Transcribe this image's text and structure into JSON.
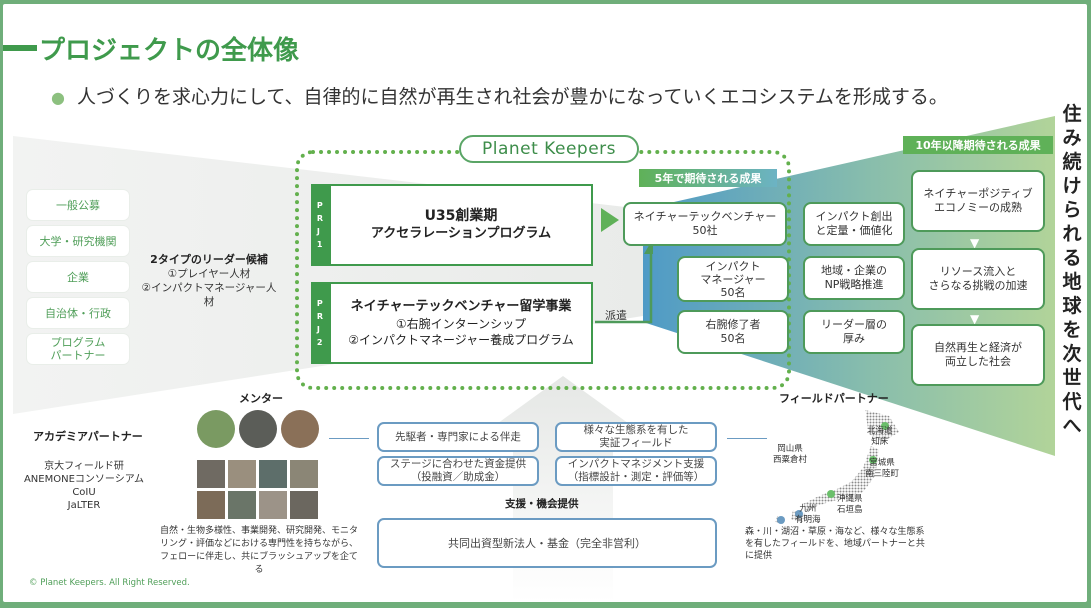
{
  "title": "プロジェクトの全体像",
  "subtitle": "人づくりを求心力にして、自律的に自然が再生され社会が豊かになっていくエコシステムを形成する。",
  "sources": [
    "一般公募",
    "大学・研究機関",
    "企業",
    "自治体・行政",
    "プログラム\nパートナー"
  ],
  "leader": {
    "heading": "2タイプのリーダー候補",
    "line1": "①プレイヤー人材",
    "line2": "②インパクトマネージャー人材"
  },
  "planet_keepers": "Planet Keepers",
  "prj1": {
    "tab": "P\nR\nJ\n1",
    "line1": "U35創業期",
    "line2": "アクセラレーションプログラム"
  },
  "prj2": {
    "tab": "P\nR\nJ\n2",
    "line1": "ネイチャーテックベンチャー留学事業",
    "line2": "①右腕インターンシップ",
    "line3": "②インパクトマネージャー養成プログラム"
  },
  "dispatch": "派遣",
  "five_year_tag": "5年で期待される成果",
  "ten_year_tag": "10年以降期待される成果",
  "results_5y": [
    {
      "line1": "ネイチャーテックベンチャー",
      "line2": "50社"
    },
    {
      "line1": "インパクト",
      "line2": "マネージャー",
      "line3": "50名"
    },
    {
      "line1": "右腕修了者",
      "line2": "50名"
    }
  ],
  "results_mid": [
    {
      "line1": "インパクト創出",
      "line2": "と定量・価値化"
    },
    {
      "line1": "地域・企業の",
      "line2": "NP戦略推進"
    },
    {
      "line1": "リーダー層の",
      "line2": "厚み"
    }
  ],
  "results_10y": [
    {
      "line1": "ネイチャーポジティブ",
      "line2": "エコノミーの成熟"
    },
    {
      "line1": "リソース流入と",
      "line2": "さらなる挑戦の加速"
    },
    {
      "line1": "自然再生と経済が",
      "line2": "両立した社会"
    }
  ],
  "vertical_text": [
    "住",
    "み",
    "続",
    "け",
    "ら",
    "れ",
    "る",
    "地",
    "球",
    "を",
    "次",
    "世",
    "代",
    "へ"
  ],
  "mentor": {
    "heading": "メンター",
    "desc": "自然・生物多様性、事業開発、研究開発、モニタリング・評価などにおける専門性を持ちながら、フェローに伴走し、共にブラッシュアップを企てる"
  },
  "academia": {
    "heading": "アカデミアパートナー",
    "items": [
      "京大フィールド研",
      "ANEMONEコンソーシアム",
      "CoIU",
      "JaLTER"
    ]
  },
  "support": {
    "boxes": [
      {
        "line1": "先駆者・専門家による伴走"
      },
      {
        "line1": "様々な生態系を有した",
        "line2": "実証フィールド"
      },
      {
        "line1": "ステージに合わせた資金提供",
        "line2": "（投融資／助成金）"
      },
      {
        "line1": "インパクトマネジメント支援",
        "line2": "（指標設計・測定・評価等）"
      }
    ],
    "label": "支援・機会提供",
    "fund": "共同出資型新法人・基金（完全非営利）"
  },
  "field": {
    "heading": "フィールドパートナー",
    "desc": "森・川・湖沼・草原・海など、様々な生態系を有したフィールドを、地域パートナーと共に提供",
    "labels": [
      {
        "l1": "北海道",
        "l2": "知床"
      },
      {
        "l1": "岡山県",
        "l2": "西粟倉村"
      },
      {
        "l1": "宮城県",
        "l2": "南三陸町"
      },
      {
        "l1": "九州",
        "l2": "有明海"
      },
      {
        "l1": "沖縄県",
        "l2": "石垣島"
      }
    ]
  },
  "copyright": "© Planet Keepers. All Right Reserved.",
  "colors": {
    "brand_green": "#3f9a4c",
    "tag_green": "#5fb158",
    "support_blue": "#6b9bc2"
  }
}
